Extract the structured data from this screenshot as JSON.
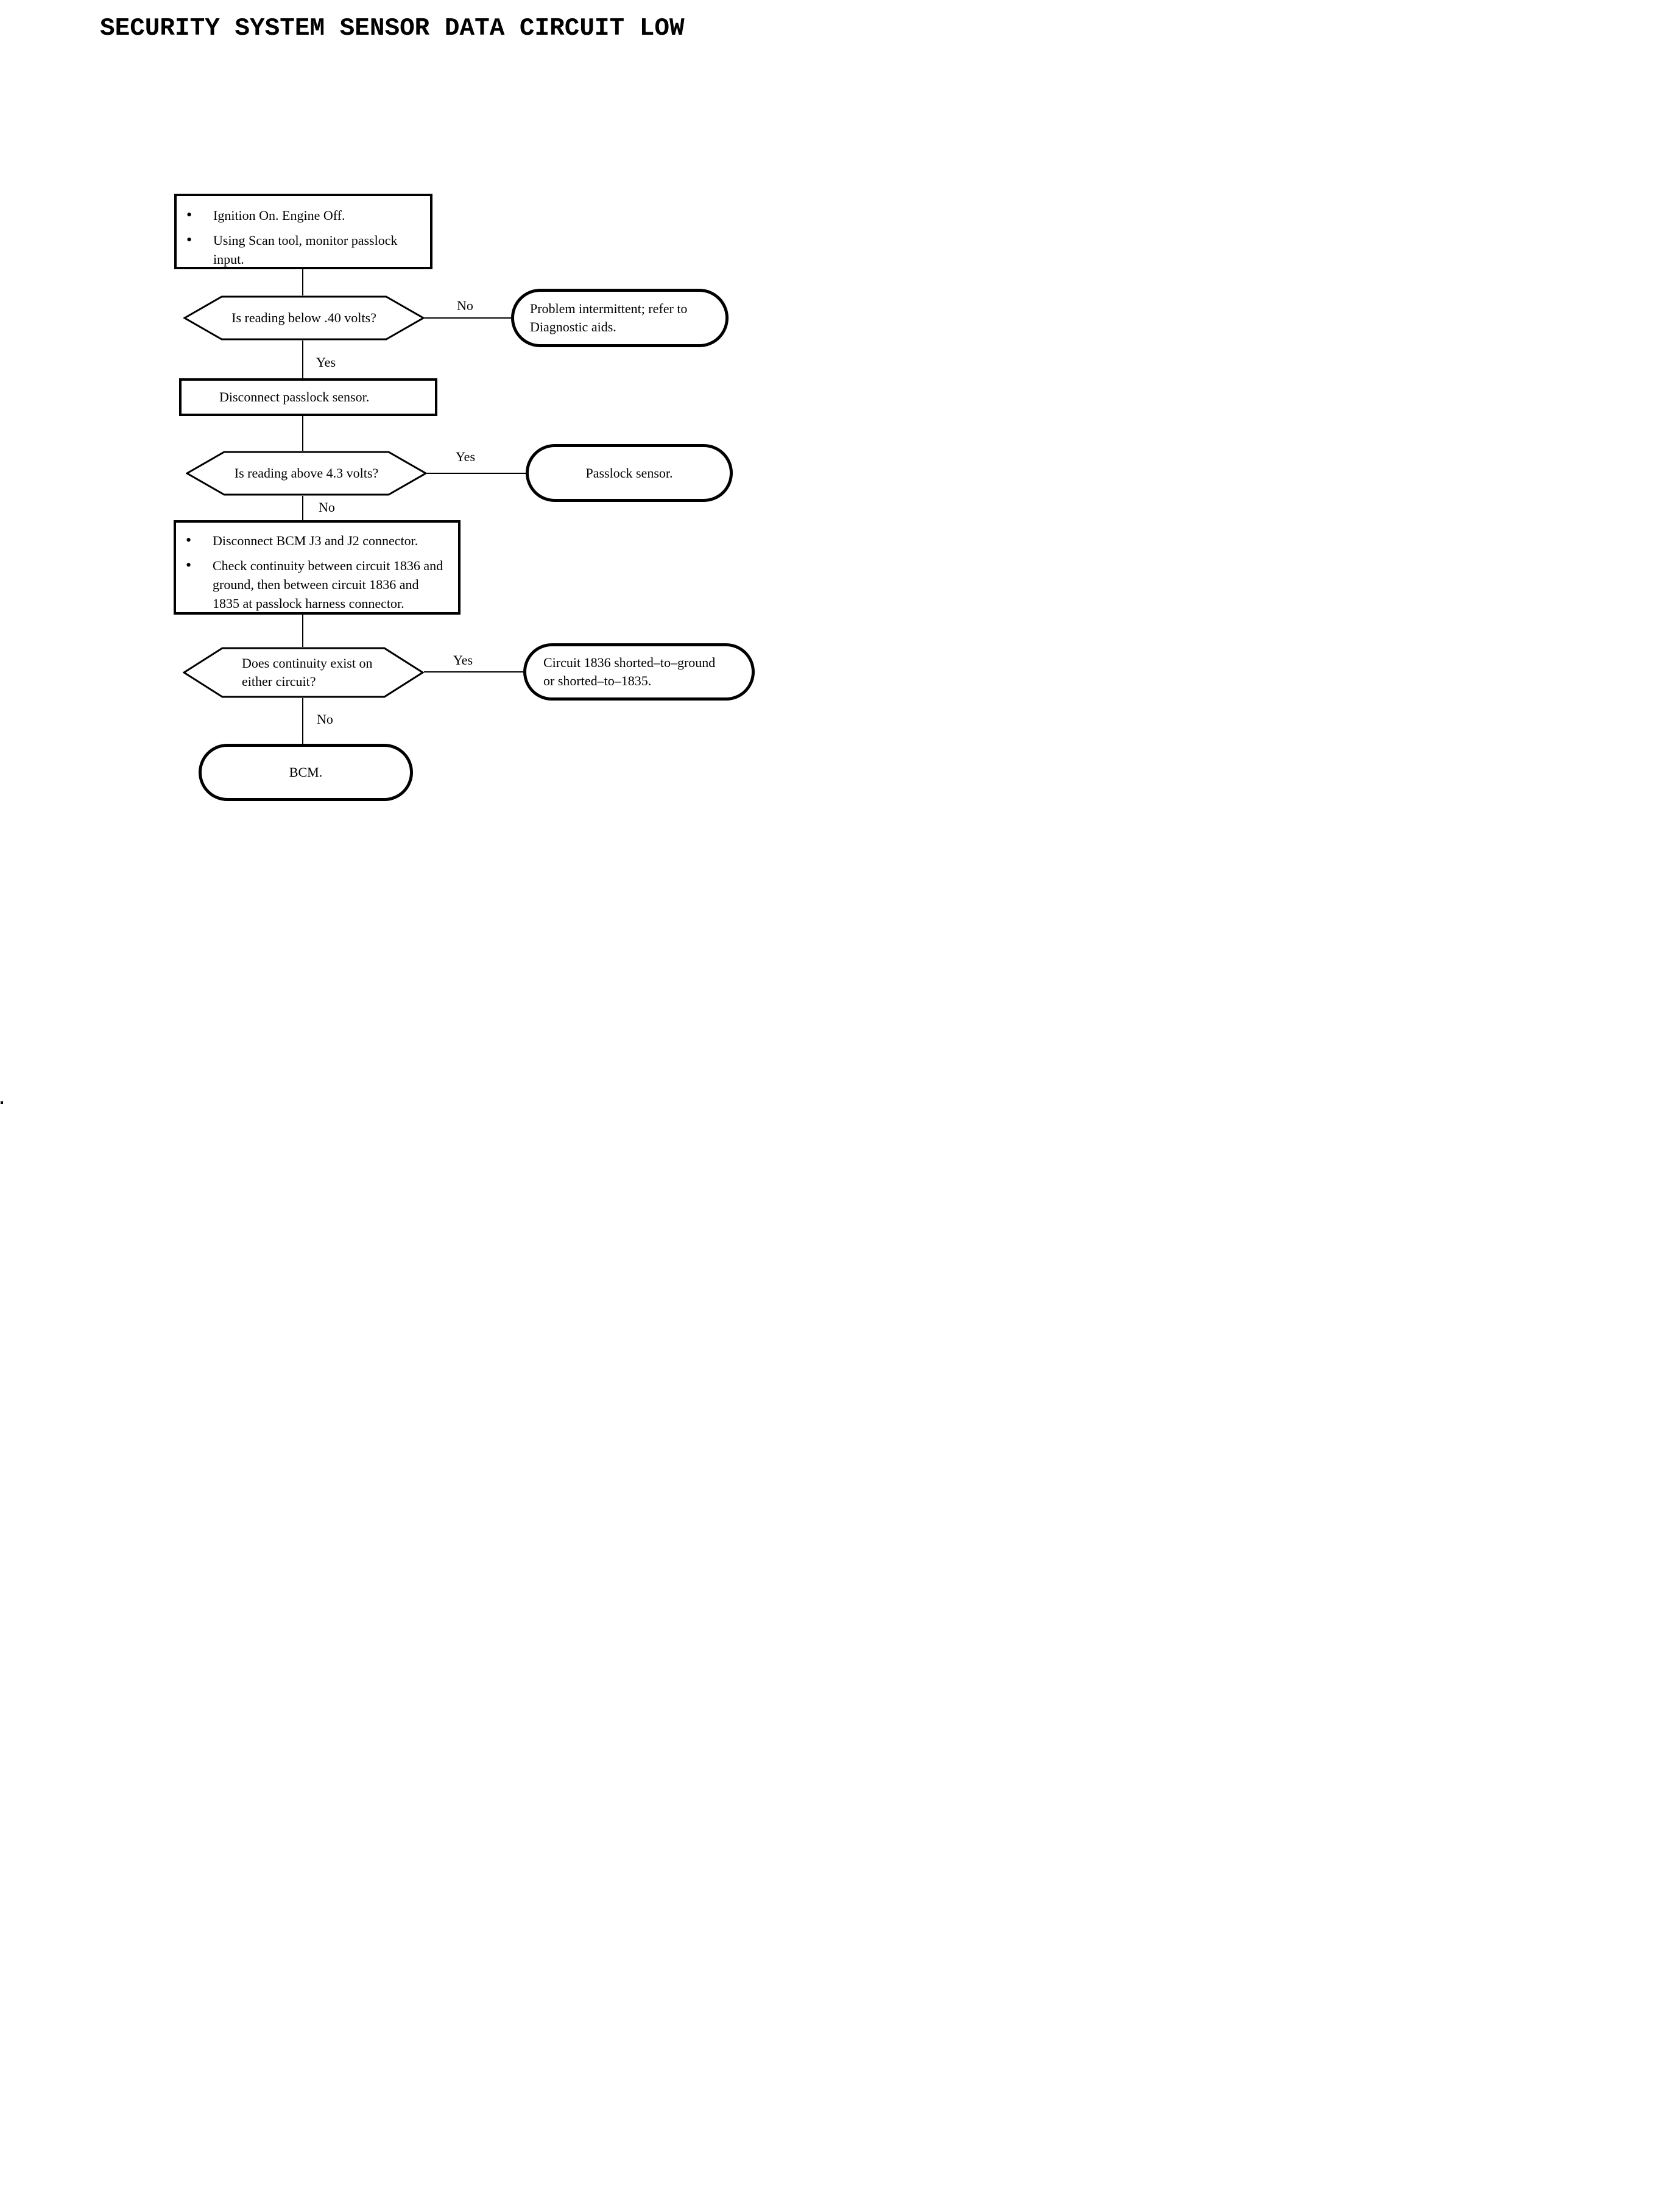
{
  "title": "SECURITY SYSTEM SENSOR DATA CIRCUIT LOW",
  "colors": {
    "ink": "#000000",
    "paper": "#ffffff"
  },
  "flowchart": {
    "start": {
      "bullets": [
        {
          "lines": [
            "Ignition On. Engine Off."
          ]
        },
        {
          "lines": [
            "Using Scan tool, monitor passlock",
            "input."
          ]
        }
      ]
    },
    "decision1": {
      "question": "Is reading below .40 volts?",
      "no_label": "No",
      "yes_label": "Yes"
    },
    "terminal_intermittent": {
      "lines": [
        "Problem intermittent; refer to",
        "Diagnostic aids."
      ]
    },
    "process_disconnect": {
      "text": "Disconnect passlock sensor."
    },
    "decision2": {
      "question": "Is reading above 4.3 volts?",
      "yes_label": "Yes",
      "no_label": "No"
    },
    "terminal_passlock": {
      "text": "Passlock sensor."
    },
    "process_check": {
      "bullets": [
        {
          "lines": [
            "Disconnect BCM J3 and J2 connector."
          ]
        },
        {
          "lines": [
            "Check continuity between circuit 1836 and",
            "ground, then between circuit 1836 and",
            "1835 at passlock harness connector."
          ]
        }
      ]
    },
    "decision3": {
      "question_lines": [
        "Does continuity exist on",
        "either circuit?"
      ],
      "yes_label": "Yes",
      "no_label": "No"
    },
    "terminal_shorted": {
      "lines": [
        "Circuit 1836 shorted–to–ground",
        "or shorted–to–1835."
      ]
    },
    "terminal_bcm": {
      "text": "BCM."
    }
  }
}
